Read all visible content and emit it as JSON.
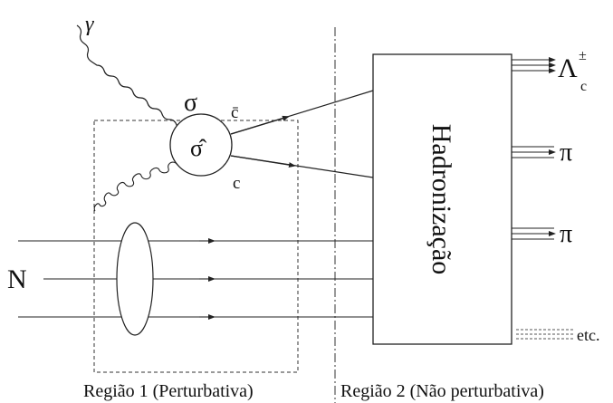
{
  "labels": {
    "gamma": "γ",
    "sigma": "σ",
    "sigma_hat": "σ̂",
    "anticharm": "c̄",
    "charm": "c",
    "nucleon": "N",
    "hadronization": "Hadronização",
    "lambda_c_base": "Λ",
    "lambda_c_sup": "±",
    "lambda_c_sub": "c",
    "pion_1": "π",
    "pion_2": "π",
    "etc": "etc.",
    "region_1": "Região 1 (Perturbativa)",
    "region_2": "Região 2 (Não perturbativa)"
  }
}
